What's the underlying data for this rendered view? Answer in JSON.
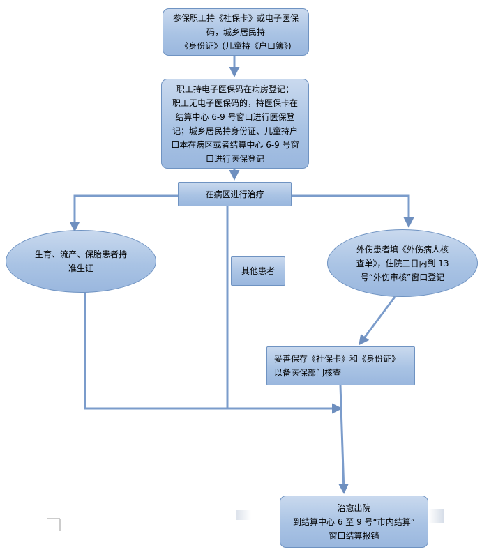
{
  "flowchart": {
    "nodes": {
      "start": "参保职工持《社保卡》或电子医保码，城乡居民持\n《身份证》(儿童持《户口簿》)",
      "register": "职工持电子医保码在病房登记；\n职工无电子医保码的，持医保卡在\n结算中心 6-9 号窗口进行医保登\n记；城乡居民持身份证、儿童持户\n口本在病区或者结算中心 6-9 号窗\n口进行医保登记",
      "treatment": "在病区进行治疗",
      "maternity": "生育、流产、保胎患者持\n准生证",
      "other": "其他患者",
      "injury": "外伤患者填《外伤病人核\n查单》，住院三日内到 13\n号“外伤审核”窗口登记",
      "keep_cards": "妥善保存《社保卡》和《身份证》\n以备医保部门核查",
      "discharge": "治愈出院\n到结算中心 6 至 9 号“市内结算”\n窗口结算报销"
    }
  },
  "colors": {
    "line": "#7b9ccb",
    "arrow": "#6e8fbf",
    "node_border": "#6f93c2"
  }
}
